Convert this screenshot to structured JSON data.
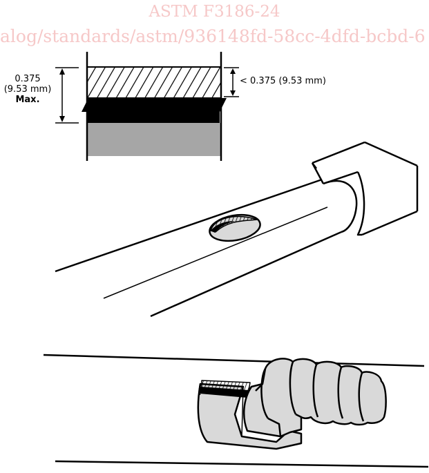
{
  "watermark": {
    "title": "ASTM F3186-24",
    "url": "alog/standards/astm/936148fd-58cc-4dfd-bcbd-6"
  },
  "cross_section": {
    "left_dim_value": "0.375",
    "left_dim_mm": "(9.53 mm)",
    "left_dim_note": "Max.",
    "right_dim": "< 0.375 (9.53 mm)"
  },
  "colors": {
    "ink": "#000000",
    "gray_fill": "#a6a6a6",
    "light_fill": "#d9d9d9",
    "watermark": "#f6c8c8"
  }
}
